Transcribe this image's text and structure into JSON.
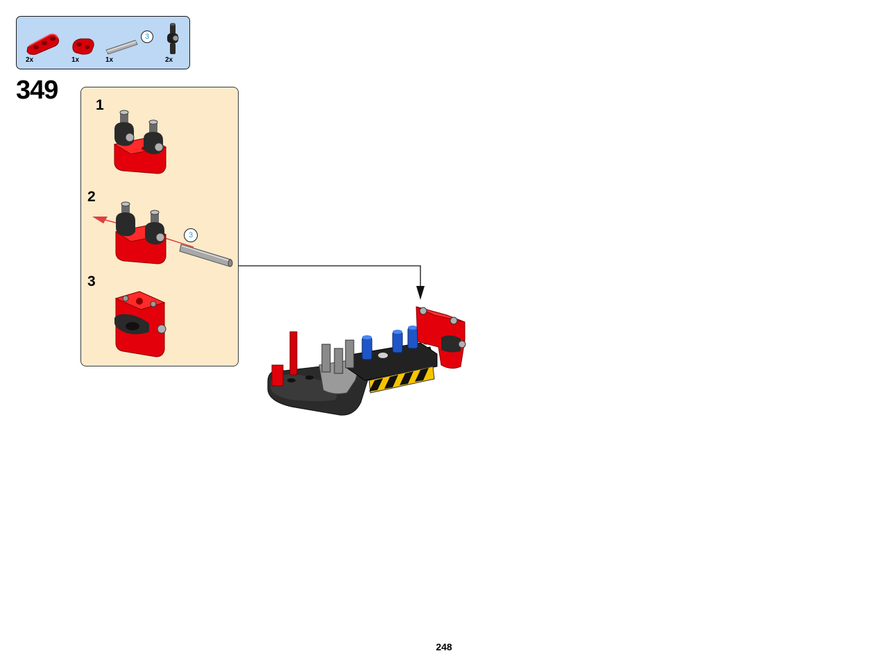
{
  "parts_list": {
    "items": [
      {
        "icon": "red-beam-icon",
        "quantity": "2x"
      },
      {
        "icon": "red-connector-icon",
        "quantity": "1x"
      },
      {
        "icon": "grey-axle-icon",
        "quantity": "1x",
        "length_badge": "3"
      },
      {
        "icon": "black-pin-icon",
        "quantity": "2x"
      }
    ]
  },
  "step": {
    "number": "349",
    "substeps": [
      {
        "label": "1"
      },
      {
        "label": "2",
        "length_badge": "3"
      },
      {
        "label": "3"
      }
    ]
  },
  "colors": {
    "parts_box_bg": "#bcd8f5",
    "substep_box_bg": "#fdeac9",
    "brick_red": "#e3000b",
    "arrow_red": "#e04040",
    "badge_blue": "#2a9fd6"
  },
  "page": {
    "number": "248"
  }
}
